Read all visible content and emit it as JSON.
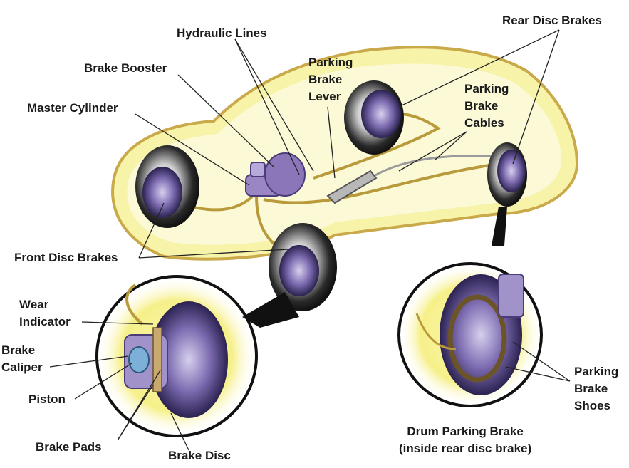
{
  "labels": {
    "hydraulic_lines": "Hydraulic Lines",
    "rear_disc_brakes": "Rear Disc Brakes",
    "brake_booster": "Brake Booster",
    "parking_brake_lever": "Parking\nBrake\nLever",
    "parking_brake_cables": "Parking\nBrake\nCables",
    "master_cylinder": "Master Cylinder",
    "front_disc_brakes": "Front Disc Brakes",
    "wear_indicator": "Wear\nIndicator",
    "brake_caliper": "Brake\nCaliper",
    "piston": "Piston",
    "brake_pads": "Brake Pads",
    "brake_disc": "Brake Disc",
    "parking_brake_shoes": "Parking\nBrake\nShoes",
    "drum_parking_brake": "Drum Parking Brake\n(inside rear disc brake)"
  },
  "colors": {
    "glow": "#f6f08a",
    "car_outline": "#c9a94a",
    "disc": "#5b4a8a",
    "caliper": "#9a86c4",
    "hydraulic_line": "#b89a3a",
    "tire": "#2a2a2a"
  }
}
